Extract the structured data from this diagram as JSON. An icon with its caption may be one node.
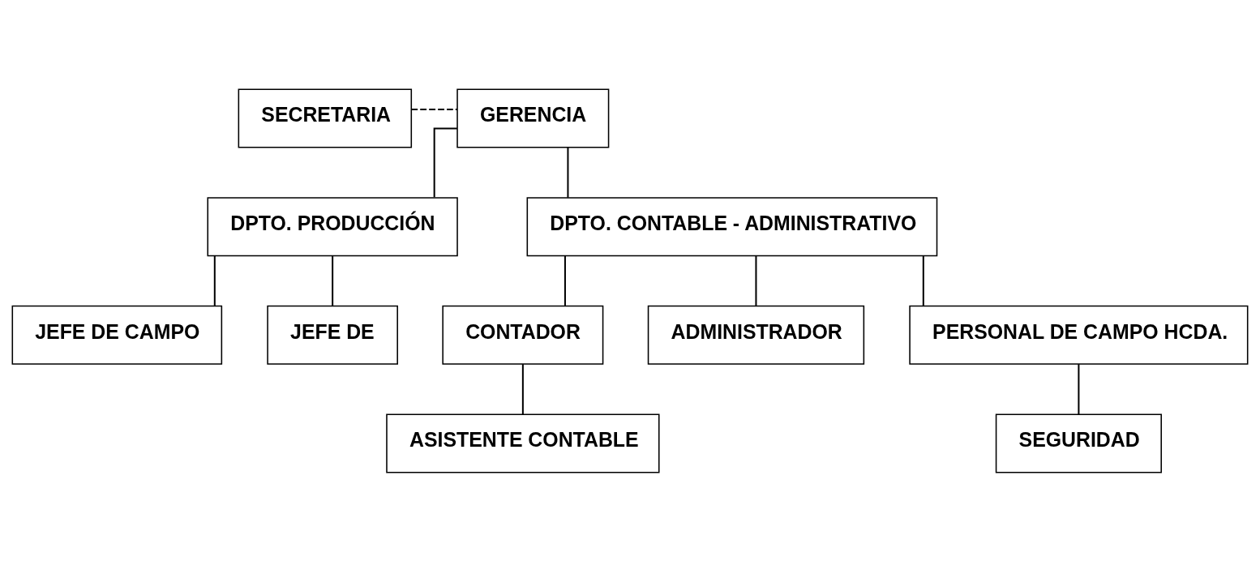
{
  "diagram": {
    "nodes": [
      {
        "text": [
          "GERENCIA"
        ]
      },
      {
        "text": [
          "SECRETARIA"
        ]
      },
      {
        "text": [
          "DPTO. PRODUCCIÓN"
        ]
      },
      {
        "text": [
          "DPTO. CONTABLE - ADMINISTRATIVO"
        ]
      },
      {
        "text": [
          "JEFE DE CAMPO"
        ]
      },
      {
        "text": [
          "JEFE DE"
        ]
      },
      {
        "text": [
          "CONTADOR"
        ]
      },
      {
        "text": [
          "ADMINISTRADOR"
        ]
      },
      {
        "text": [
          "PERSONAL DE CAMPO HCDA."
        ]
      },
      {
        "text": [
          "ASISTENTE CONTABLE"
        ]
      },
      {
        "text": [
          "SEGURIDAD"
        ]
      }
    ],
    "edges": [
      {
        "from": 0,
        "to": 1,
        "arrow": "none",
        "style": "dashed"
      },
      {
        "from": 0,
        "to": 2,
        "arrow": "none"
      },
      {
        "from": 0,
        "to": 3,
        "arrow": "none"
      },
      {
        "from": 2,
        "to": 4,
        "arrow": "none"
      },
      {
        "from": 2,
        "to": 5,
        "arrow": "none"
      },
      {
        "from": 3,
        "to": 6,
        "arrow": "none"
      },
      {
        "from": 3,
        "to": 7,
        "arrow": "none"
      },
      {
        "from": 3,
        "to": 8,
        "arrow": "none"
      },
      {
        "from": 6,
        "to": 9,
        "arrow": "none"
      },
      {
        "from": 8,
        "to": 10,
        "arrow": "none"
      }
    ]
  }
}
